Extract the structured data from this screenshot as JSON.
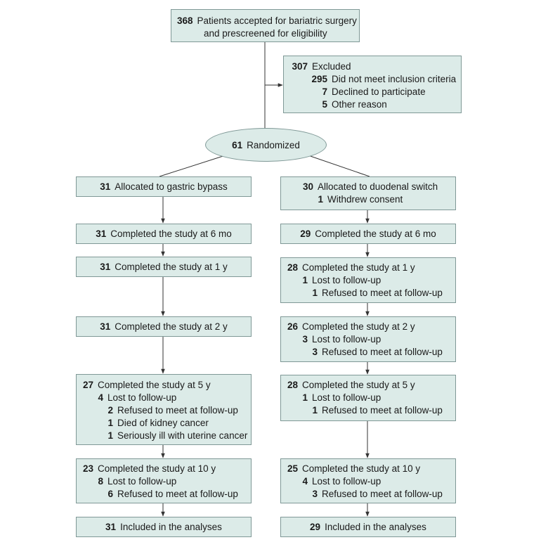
{
  "enroll": {
    "n": "368",
    "line1": "Patients accepted for bariatric surgery",
    "line2": "and prescreened for eligibility"
  },
  "excluded": {
    "n": "307",
    "label": "Excluded",
    "items": [
      {
        "n": "295",
        "label": "Did not meet inclusion criteria"
      },
      {
        "n": "7",
        "label": "Declined to participate"
      },
      {
        "n": "5",
        "label": "Other reason"
      }
    ]
  },
  "randomized": {
    "n": "61",
    "label": "Randomized"
  },
  "left": {
    "alloc": {
      "n": "31",
      "label": "Allocated to gastric bypass"
    },
    "m6": {
      "n": "31",
      "label": "Completed the study at 6 mo"
    },
    "y1": {
      "n": "31",
      "label": "Completed the study at 1 y"
    },
    "y2": {
      "n": "31",
      "label": "Completed the study at 2 y"
    },
    "y5": {
      "n": "27",
      "label": "Completed the study at 5 y",
      "l2": {
        "n": "4",
        "label": "Lost to follow-up"
      },
      "items": [
        {
          "n": "2",
          "label": "Refused to meet at follow-up"
        },
        {
          "n": "1",
          "label": "Died of kidney cancer"
        },
        {
          "n": "1",
          "label": "Seriously ill with uterine cancer"
        }
      ]
    },
    "y10": {
      "n": "23",
      "label": "Completed the study at 10 y",
      "l2": {
        "n": "8",
        "label": "Lost to follow-up"
      },
      "items": [
        {
          "n": "6",
          "label": "Refused to meet at follow-up"
        }
      ]
    },
    "analysis": {
      "n": "31",
      "label": "Included in the analyses"
    }
  },
  "right": {
    "alloc": {
      "n": "30",
      "label": "Allocated to duodenal switch",
      "sub": {
        "n": "1",
        "label": "Withdrew consent"
      }
    },
    "m6": {
      "n": "29",
      "label": "Completed the study at 6 mo"
    },
    "y1": {
      "n": "28",
      "label": "Completed the study at 1 y",
      "l2": {
        "n": "1",
        "label": "Lost to follow-up"
      },
      "items": [
        {
          "n": "1",
          "label": "Refused to meet at follow-up"
        }
      ]
    },
    "y2": {
      "n": "26",
      "label": "Completed the study at 2 y",
      "l2": {
        "n": "3",
        "label": "Lost to follow-up"
      },
      "items": [
        {
          "n": "3",
          "label": "Refused to meet at follow-up"
        }
      ]
    },
    "y5": {
      "n": "28",
      "label": "Completed the study at 5 y",
      "l2": {
        "n": "1",
        "label": "Lost to follow-up"
      },
      "items": [
        {
          "n": "1",
          "label": "Refused to meet at follow-up"
        }
      ]
    },
    "y10": {
      "n": "25",
      "label": "Completed the study at 10 y",
      "l2": {
        "n": "4",
        "label": "Lost to follow-up"
      },
      "items": [
        {
          "n": "3",
          "label": "Refused to meet at follow-up"
        }
      ]
    },
    "analysis": {
      "n": "29",
      "label": "Included in the analyses"
    }
  },
  "colors": {
    "box_fill": "#dcebe8",
    "box_border": "#7f9896",
    "line": "#333333"
  }
}
